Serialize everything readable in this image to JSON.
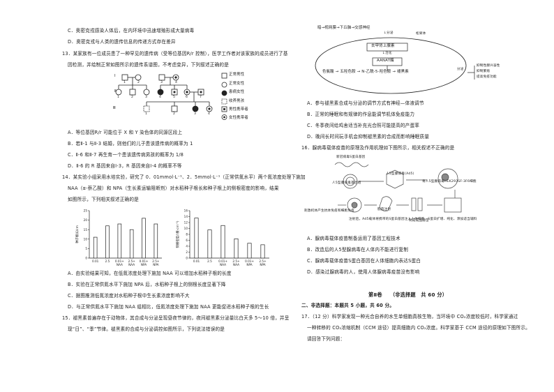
{
  "left": {
    "q12_c": "C．奥密克戎感染人体后，在内环境中迅速增殖形成大量病毒",
    "q12_d": "D．奥密克戎与人类的遗传信息的传递方式存在差异",
    "q13_stem1": "13．某家族有一位成员患了一种罕见的遗传病（受等位基因R/r 控制），医学工作者对该家族的成员进行了基",
    "q13_stem2": "因检测，并绘制正常如图所示的遗传系谱图，不考虑变异，下列叙述正确的是",
    "pedigree": {
      "gen1": "Ⅰ",
      "gen2": "Ⅱ",
      "gen3": "Ⅲ",
      "n1": [
        "1",
        "2",
        "3",
        "4"
      ],
      "n2": [
        "1",
        "2",
        "3",
        "4",
        "5",
        "6",
        "7"
      ],
      "n3": [
        "1",
        "2",
        "3",
        "4"
      ],
      "legend": [
        "正常男性",
        "正常女性",
        "患病女性",
        "收养男孩",
        "男性携带者",
        "女性携带者"
      ]
    },
    "q13_a": "A．等位基因R/r 可能位于 X 和 Y 染色体的同源区段上",
    "q13_b": "B．若Ⅱ-1 与Ⅱ-3 结婚，则他们的儿子患该遗传病的概率为 1",
    "q13_c": "C．Ⅱ-6 和Ⅱ-7 再生育一个患该遗传病男孩的概率为 1/8",
    "q13_d": "D．Ⅱ-6 的 R 基因来自Ⅰ-3，R 基因来自Ⅰ-4 的概率不等",
    "q14_stem1": "14．某实验小组采用水培实验，研究了 0．01mmol·L⁻¹、2．5mmol·L⁻¹（正常供氮水平）两个氮浓度处理下施加",
    "q14_stem2": "NAA（α-萘乙酸）和 NPA（生长素运输阻断剂）对水稻种子根长和种子根上的侧根密度的影响，结果",
    "q14_stem3": "如图所示，下列相关叙述正确的是",
    "chart1_ylabel": "种子根长/cm",
    "chart2_ylabel": "侧根密度/(根·cm⁻¹)",
    "q14_a": "A．由实验结果可知，在低氮浓度处理下施加 NAA 可以增加水稻种子根的长度",
    "q14_b": "B．实验在正常供氮水平下施加 NPA 后，水稻种子根上的侧根长度显著下降",
    "q14_c": "C．据图推测低氮浓度对水稻种子根中生长素浓度影响不大",
    "q14_d": "D．与正常供氮水平下施加 NAA 组相比，低氮浓度处理下施加 NAA 更能促进水稻种子根的生长",
    "q15_stem1": "15．褪黑素普遍存在于动物体，其合成与分泌呈现昼夜节律的，夜间褪黑素分泌量比白天多 5～10 倍，并呈",
    "q15_stem2": "现“日”、“季”节律。褪黑素的合成与分泌调控如图所示，下列说法错误的是"
  },
  "chart_data": [
    {
      "type": "bar",
      "categories": [
        "0.01",
        "2.5",
        "0.01+NAA",
        "2.5+NAA",
        "0.01+NPA",
        "2.5+NPA"
      ],
      "ylabel": "种子根长/cm",
      "ylim": [
        0,
        25
      ],
      "yticks": [
        "0",
        "5",
        "10",
        "15",
        "20",
        "25"
      ],
      "values": [
        11,
        17,
        18,
        15,
        21,
        18
      ]
    },
    {
      "type": "bar",
      "categories": [
        "0.01",
        "2.5",
        "0.01+NAA",
        "2.5+NAA",
        "0.01+NPA",
        "2.5+NPA"
      ],
      "ylabel": "侧根密度/(根·cm⁻¹)",
      "ylim": [
        0,
        16
      ],
      "yticks": [
        "0",
        "2",
        "4",
        "6",
        "8",
        "10",
        "12",
        "14",
        "16"
      ],
      "values": [
        13.5,
        9.5,
        11,
        6.5,
        5,
        4.5
      ]
    }
  ],
  "right": {
    "flow_top": "暗→视网膜→下丘脑→交感神经",
    "flow_fenmi": "↓分泌",
    "flow_pineal": "松果体",
    "flow_box1": "去甲肾上腺素",
    "flow_activate": "↓活化",
    "flow_box2": "AANAT酶",
    "flow_chain": "色氨酸 → 五羟色胺 → N-乙酰-5-羟色胺 → 褪黑素",
    "flow_fenmi2": "分泌",
    "flow_effects": [
      "抑制性腺兴奋性",
      "抑制繁殖",
      "提高免疫功能"
    ],
    "q15_a": "A．参与褪黑素合成与分泌的调节方式有神经—体液调节",
    "q15_b": "B．正常的睡眠和有规律的作息能调节机体免疫能力",
    "q15_c": "C．冬季夜间给鸡舍适当补充光合照可能提高的产蛋率",
    "q15_d": "D．晚间长时间玩手机会抑制褪黑素的合成而影响睡眠质量",
    "q16_stem": "16．腺病毒载体疫苗的原理及作用机理如下图所示，相关叙述不正确的是",
    "q16_labels": [
      "新冠病毒S蛋白基因",
      "人5型腺病毒基因组",
      "人5型腺病毒(Ad5)",
      "将人5型腺病毒HEK293SF-3F6细胞",
      "扩增、纯化、添加适当辅料",
      "制成成品疫苗",
      "肌肉注射",
      "注射后，Ad5载体将携带的S蛋白基因注入人体细胞，S蛋白",
      "刺激机体产生抗体免疫和细胞免疫"
    ],
    "q16_a": "A．腺病毒载体疫苗制备运用了基因工程技术",
    "q16_b": "B．改造后的人5型腺病毒在人体内不能进行复制",
    "q16_c": "C．腺病毒载体疫苗S蛋白基因在人体细胞内表达S蛋白",
    "q16_d": "D．感染过腺病毒的人，使用人体腺病毒疫苗没有影响",
    "part2_title": "第Ⅱ卷　　（非选择题　共 60 分）",
    "part2_sec": "二、非选择题：本题共 5 小题，共 60 分。",
    "q17_1": "17．（12 分）科学家发现一种光合自养的水生单细胞真核生物，当环境中 CO₂浓度较低时，科学家通过",
    "q17_2": "一种转移的 CO₂浓缩机制（CCM 途径）提高细胞内 CO₂浓度。科学家基于 CCM 途径的原理如下图所示。",
    "q17_3": "请回答下列问题："
  }
}
